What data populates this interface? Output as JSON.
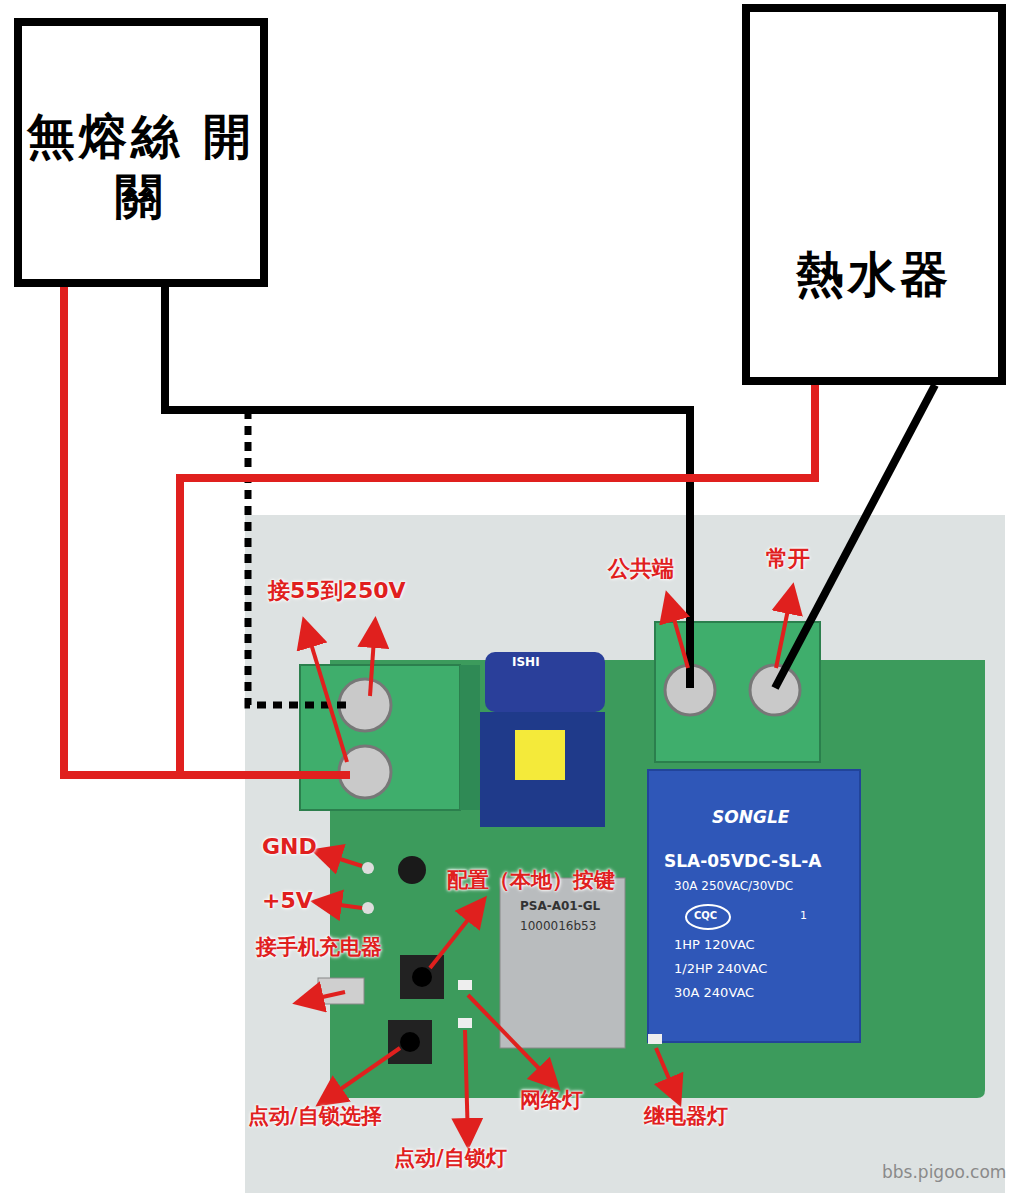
{
  "diagram": {
    "nodes": [
      {
        "text": [
          "無熔絲 開關"
        ]
      },
      {
        "text": [
          "熱水器"
        ]
      }
    ],
    "edges": [
      {
        "from": 0,
        "to": 1,
        "arrow": "none"
      }
    ],
    "labels": [
      "接55到250V",
      "公共端",
      "常开",
      "ISHI",
      "SONGLE",
      "SLA-05VDC-SL-A",
      "30A 250VAC/30VDC",
      "CQC",
      "1",
      "1HP 120VAC",
      "1/2HP 240VAC",
      "30A 240VAC",
      "GND",
      "+5V",
      "配置（本地）按键",
      "PSA-A01-GL",
      "1000016b53",
      "接手机充电器",
      "点动/自锁选择",
      "网络灯",
      "继电器灯",
      "点动/自锁灯",
      "bbs.pigoo.com"
    ]
  }
}
